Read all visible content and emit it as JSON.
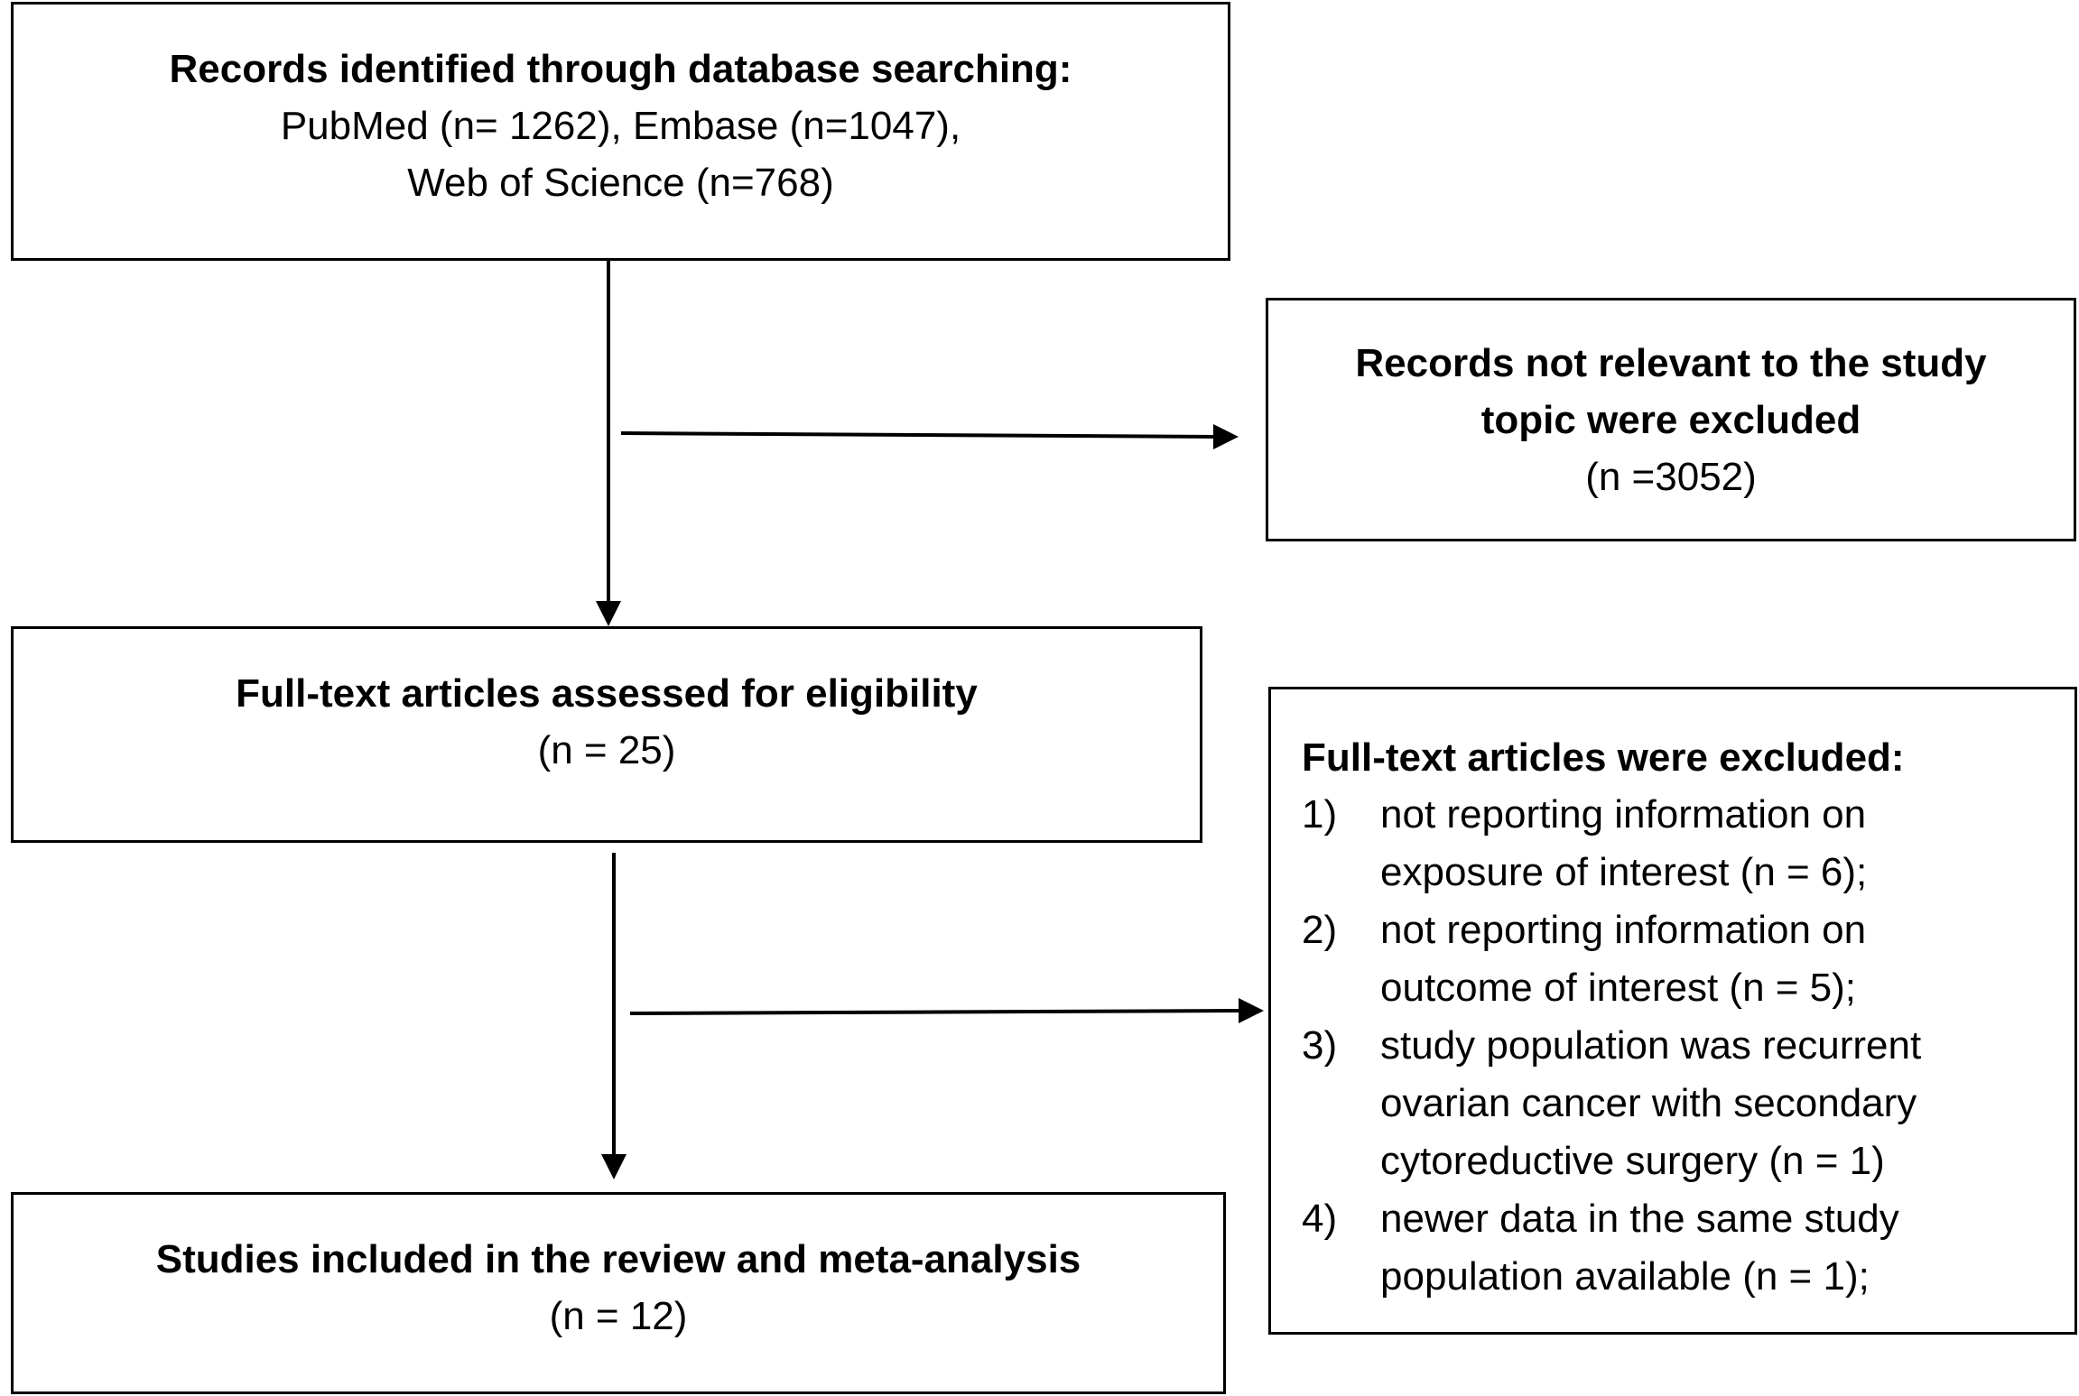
{
  "boxes": {
    "identified": {
      "title": "Records identified through database searching:",
      "line1": "PubMed (n= 1262), Embase (n=1047),",
      "line2": "Web of Science (n=768)"
    },
    "not_relevant": {
      "title_line1": "Records not relevant to the study",
      "title_line2": "topic were excluded",
      "count": "(n =3052)"
    },
    "full_text": {
      "title": "Full-text articles assessed for eligibility",
      "count": "(n = 25)"
    },
    "excluded": {
      "title": "Full-text articles were excluded:",
      "items": [
        {
          "num": "1)",
          "lines": [
            "not reporting information on",
            "exposure of interest (n = 6);"
          ]
        },
        {
          "num": "2)",
          "lines": [
            "not reporting information on",
            "outcome of interest (n = 5);"
          ]
        },
        {
          "num": "3)",
          "lines": [
            "study population was recurrent",
            "ovarian cancer with secondary",
            "cytoreductive surgery (n = 1)"
          ]
        },
        {
          "num": "4)",
          "lines": [
            "newer data in the same study",
            "population available (n = 1);"
          ]
        }
      ]
    },
    "included": {
      "title": "Studies included in the review and meta-analysis",
      "count": "(n = 12)"
    }
  }
}
